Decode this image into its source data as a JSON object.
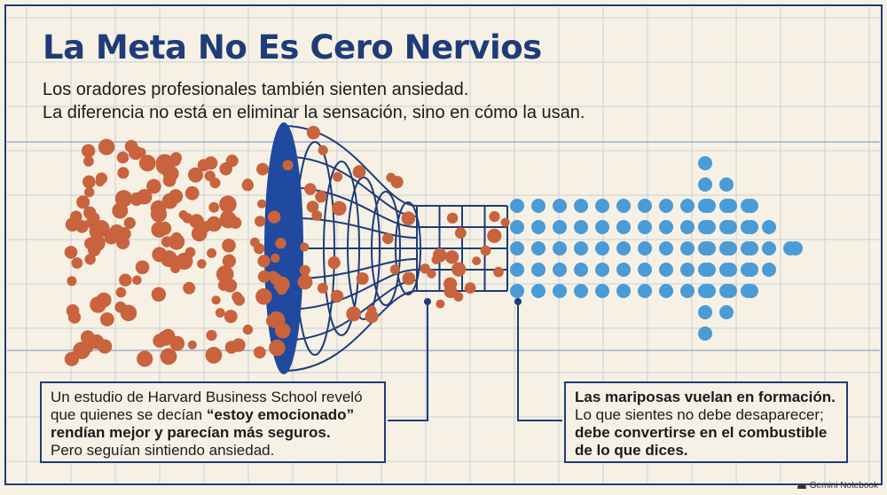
{
  "title": "La Meta No Es Cero Nervios",
  "subtitle": [
    "Los oradores profesionales también sienten ansiedad.",
    "La diferencia no está en eliminar la sensación, sino en cómo la usan."
  ],
  "left_box": {
    "line1": "Un estudio de Harvard Business School reveló",
    "line2_prefix": "que quienes se decían ",
    "line2_quote": "“estoy emocionado”",
    "line3": "rendían mejor y parecían más seguros.",
    "line4": "Pero seguían sintiendo ansiedad."
  },
  "right_box": {
    "line1": "Las mariposas vuelan en formación.",
    "line2": "Lo que sientes no debe desaparecer;",
    "line3": "debe convertirse en el combustible",
    "line4": "de lo que dices."
  },
  "brand": {
    "label": "Gemini Notebook",
    "icon": "notebook-logo-icon"
  },
  "colors": {
    "background": "#f6f1e4",
    "grid": "#c9cfd9",
    "navy": "#1f3c7a",
    "orange": "#c8633d",
    "blue": "#4a9bd6"
  }
}
